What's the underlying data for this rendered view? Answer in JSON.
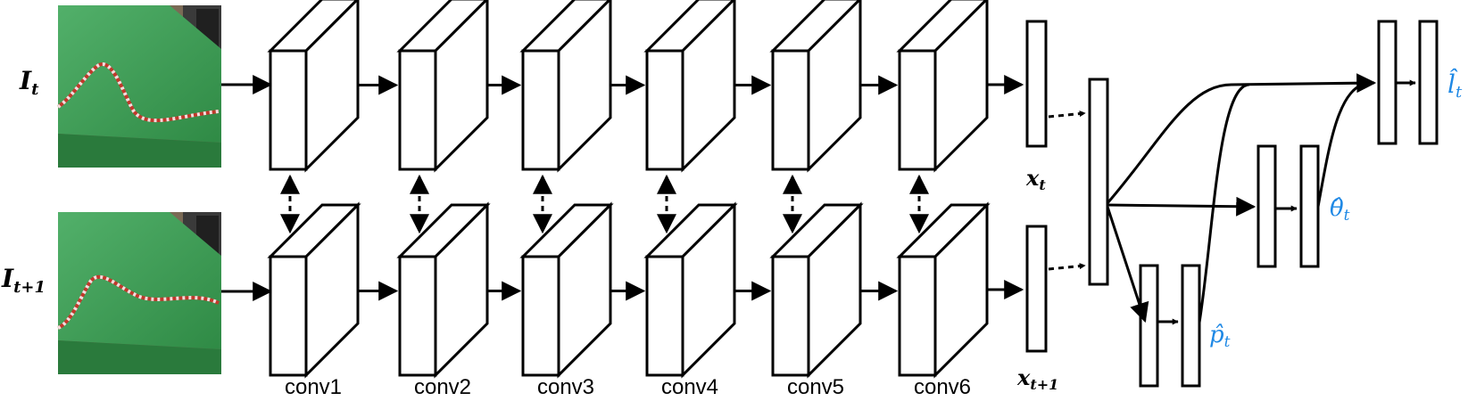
{
  "inputs": {
    "top": "I",
    "top_sub": "t",
    "bottom": "I",
    "bottom_sub": "t+1"
  },
  "conv_layers": [
    "conv1",
    "conv2",
    "conv3",
    "conv4",
    "conv5",
    "conv6"
  ],
  "features": {
    "top": "x",
    "top_sub": "t",
    "bottom": "x",
    "bottom_sub": "t+1"
  },
  "outputs": {
    "l_hat": "l̂",
    "l_sub": "t",
    "theta_hat": "θ̂",
    "theta_sub": "t",
    "p_hat": "p̂",
    "p_sub": "t"
  },
  "colors": {
    "table_green": "#3fa055",
    "output_blue": "#1e88e5",
    "rope_red": "#c0392b"
  }
}
